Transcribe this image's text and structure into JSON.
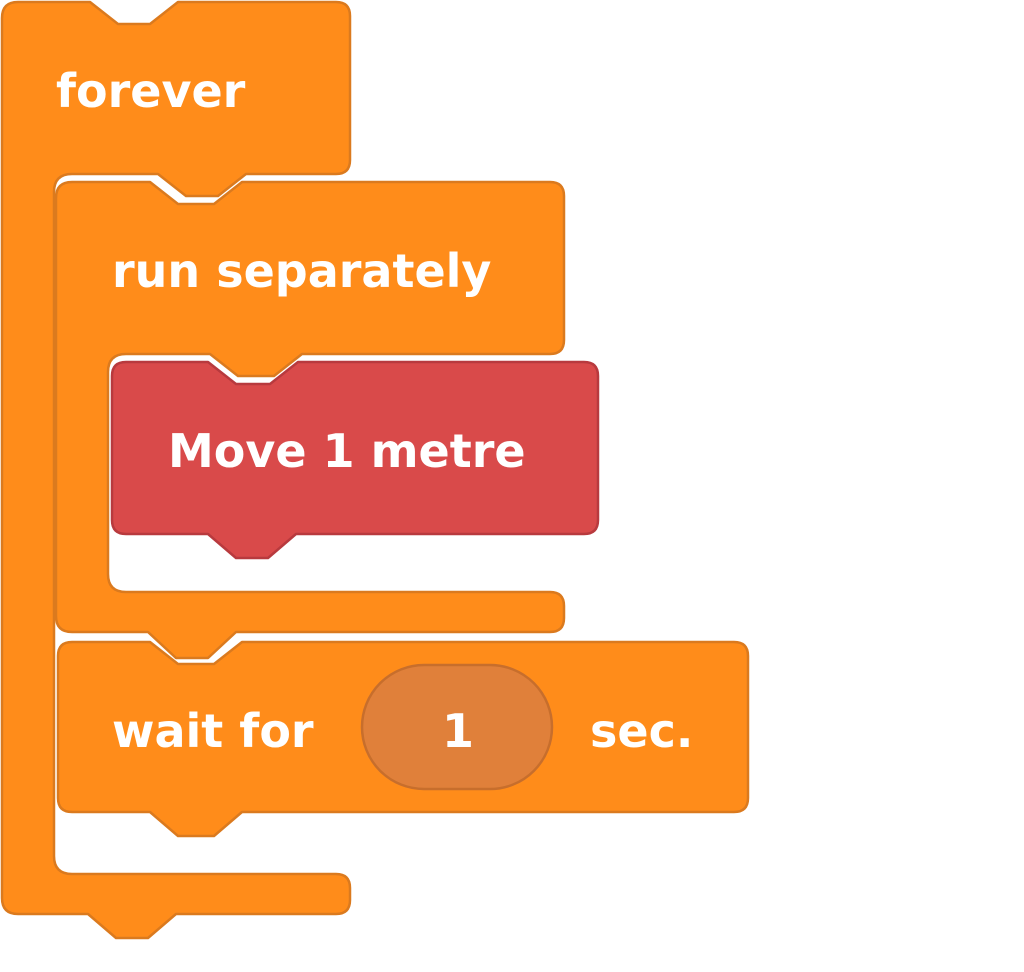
{
  "blocks": {
    "forever": {
      "label": "forever"
    },
    "run_separately": {
      "label": "run separately"
    },
    "move": {
      "label": "Move 1 metre"
    },
    "wait": {
      "prefix": "wait for",
      "value": "1",
      "suffix": "sec."
    }
  },
  "colors": {
    "control": "#FF8C1A",
    "control_border": "#DB7A1E",
    "input_bubble": "#E0803A",
    "input_border": "#C76E2C",
    "motion": "#D94A4A",
    "motion_border": "#B83A3E",
    "text": "#FFFFFF"
  }
}
